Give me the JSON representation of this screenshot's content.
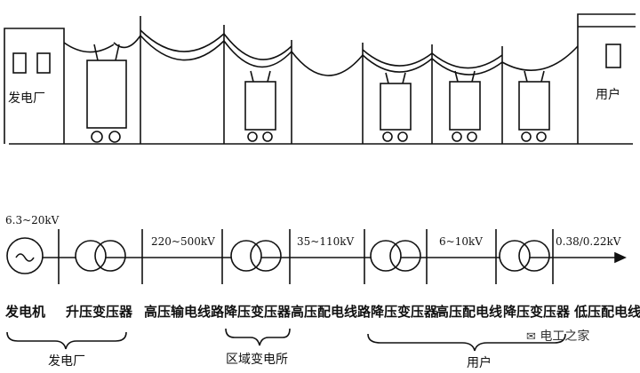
{
  "top": {
    "power_plant_label": "发电厂",
    "user_label": "用户"
  },
  "bottom": {
    "voltages": {
      "generator": "6.3~20kV",
      "transmission": "220~500kV",
      "distribution_high": "35~110kV",
      "distribution_mid": "6~10kV",
      "low": "0.38/0.22kV"
    },
    "components": [
      "发电机",
      "升压变压器",
      "高压输电线路",
      "降压变压器",
      "高压配电线路",
      "降压变压器",
      "高压配电线",
      "降压变压器",
      "低压配电线"
    ],
    "groups": {
      "plant": "发电厂",
      "substation": "区域变电所",
      "user": "用户"
    }
  },
  "watermark": "电工之家",
  "colors": {
    "line": "#111111",
    "background": "#ffffff"
  }
}
